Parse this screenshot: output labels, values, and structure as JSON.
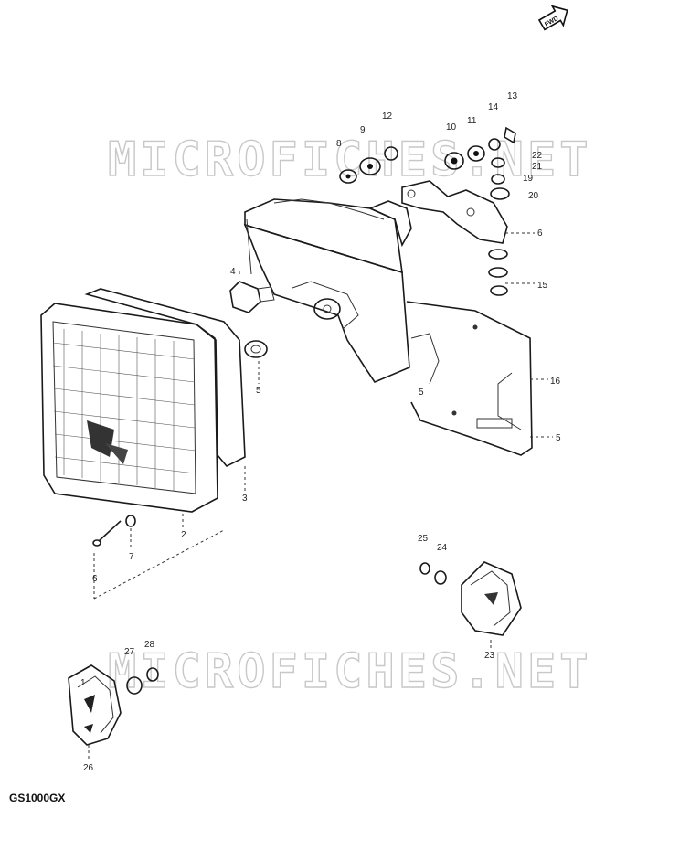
{
  "model_label": "GS1000GX",
  "watermark_text": "MICROFICHES.NET",
  "callouts": [
    "1",
    "2",
    "3",
    "4",
    "5",
    "5",
    "5",
    "6",
    "6",
    "7",
    "8",
    "9",
    "10",
    "11",
    "12",
    "13",
    "14",
    "15",
    "16",
    "19",
    "20",
    "21",
    "22",
    "23",
    "24",
    "25",
    "26",
    "27",
    "28"
  ],
  "colors": {
    "ink": "#1a1a1a",
    "watermark": "#c8c8c8",
    "background": "#ffffff"
  },
  "icons": [
    "front-direction-arrow-icon"
  ]
}
